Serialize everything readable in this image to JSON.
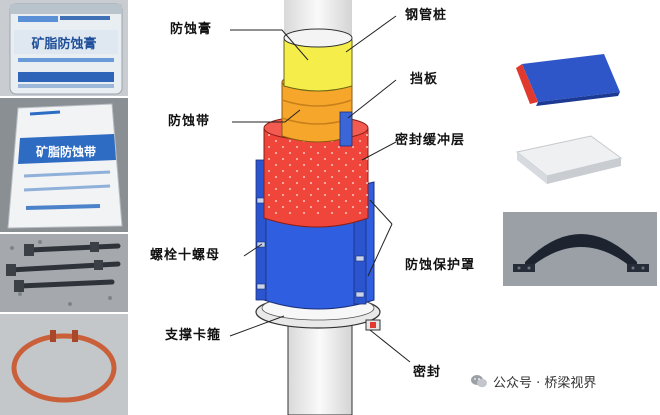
{
  "labels": {
    "anticorrosion_paste": "防蚀膏",
    "steel_pipe_pile": "钢管桩",
    "baffle": "挡板",
    "anticorrosion_tape": "防蚀带",
    "seal_buffer_layer": "密封缓冲层",
    "protective_cover": "防蚀保护罩",
    "bolt_nut": "螺栓十螺母",
    "support_clamp": "支撑卡箍",
    "seal": "密封"
  },
  "photos": {
    "can_text_main": "矿脂防蚀膏",
    "bag_text_main": "矿脂防蚀带"
  },
  "watermark": {
    "text": "公众号 · 桥梁视界"
  },
  "colors": {
    "paste_yellow": "#f5ee4a",
    "tape_orange": "#f6a62b",
    "buffer_red": "#f0453b",
    "cover_blue": "#2f5fe0",
    "pile_white": "#f4f4f4"
  }
}
